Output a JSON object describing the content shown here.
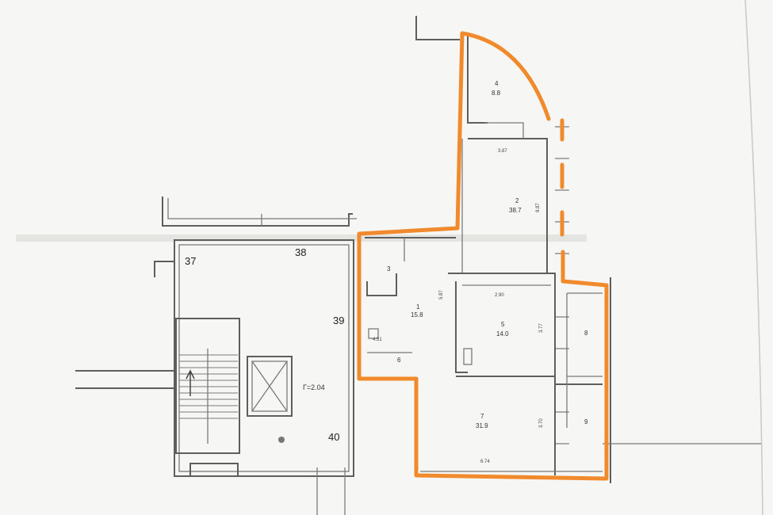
{
  "plan": {
    "unit_labels": {
      "u37": "37",
      "u38": "38",
      "u39": "39",
      "u40": "40"
    },
    "stair_label": "Г=2.04",
    "rooms": [
      {
        "id": "r1",
        "num": "1",
        "area": "15.8"
      },
      {
        "id": "r2",
        "num": "2",
        "area": "38.7"
      },
      {
        "id": "r3",
        "num": "3",
        "area": ""
      },
      {
        "id": "r4",
        "num": "4",
        "area": "8.8"
      },
      {
        "id": "r5",
        "num": "5",
        "area": "14.0"
      },
      {
        "id": "r6",
        "num": "6",
        "area": ""
      },
      {
        "id": "r7",
        "num": "7",
        "area": "31.9"
      },
      {
        "id": "r8",
        "num": "8",
        "area": ""
      },
      {
        "id": "r9",
        "num": "9",
        "area": ""
      }
    ],
    "dimensions": {
      "d_top": "3.87",
      "d_right2": "8.87",
      "d_mid": "2.90",
      "d_left1": "5.87",
      "d_1b": "4.51",
      "d_r5": "3.77",
      "d_r7": "3.70",
      "d_bottom": "6.74"
    },
    "highlight_color": "#f08a2c",
    "wall_color": "#5e5e5e",
    "background_color": "#f6f6f4"
  }
}
